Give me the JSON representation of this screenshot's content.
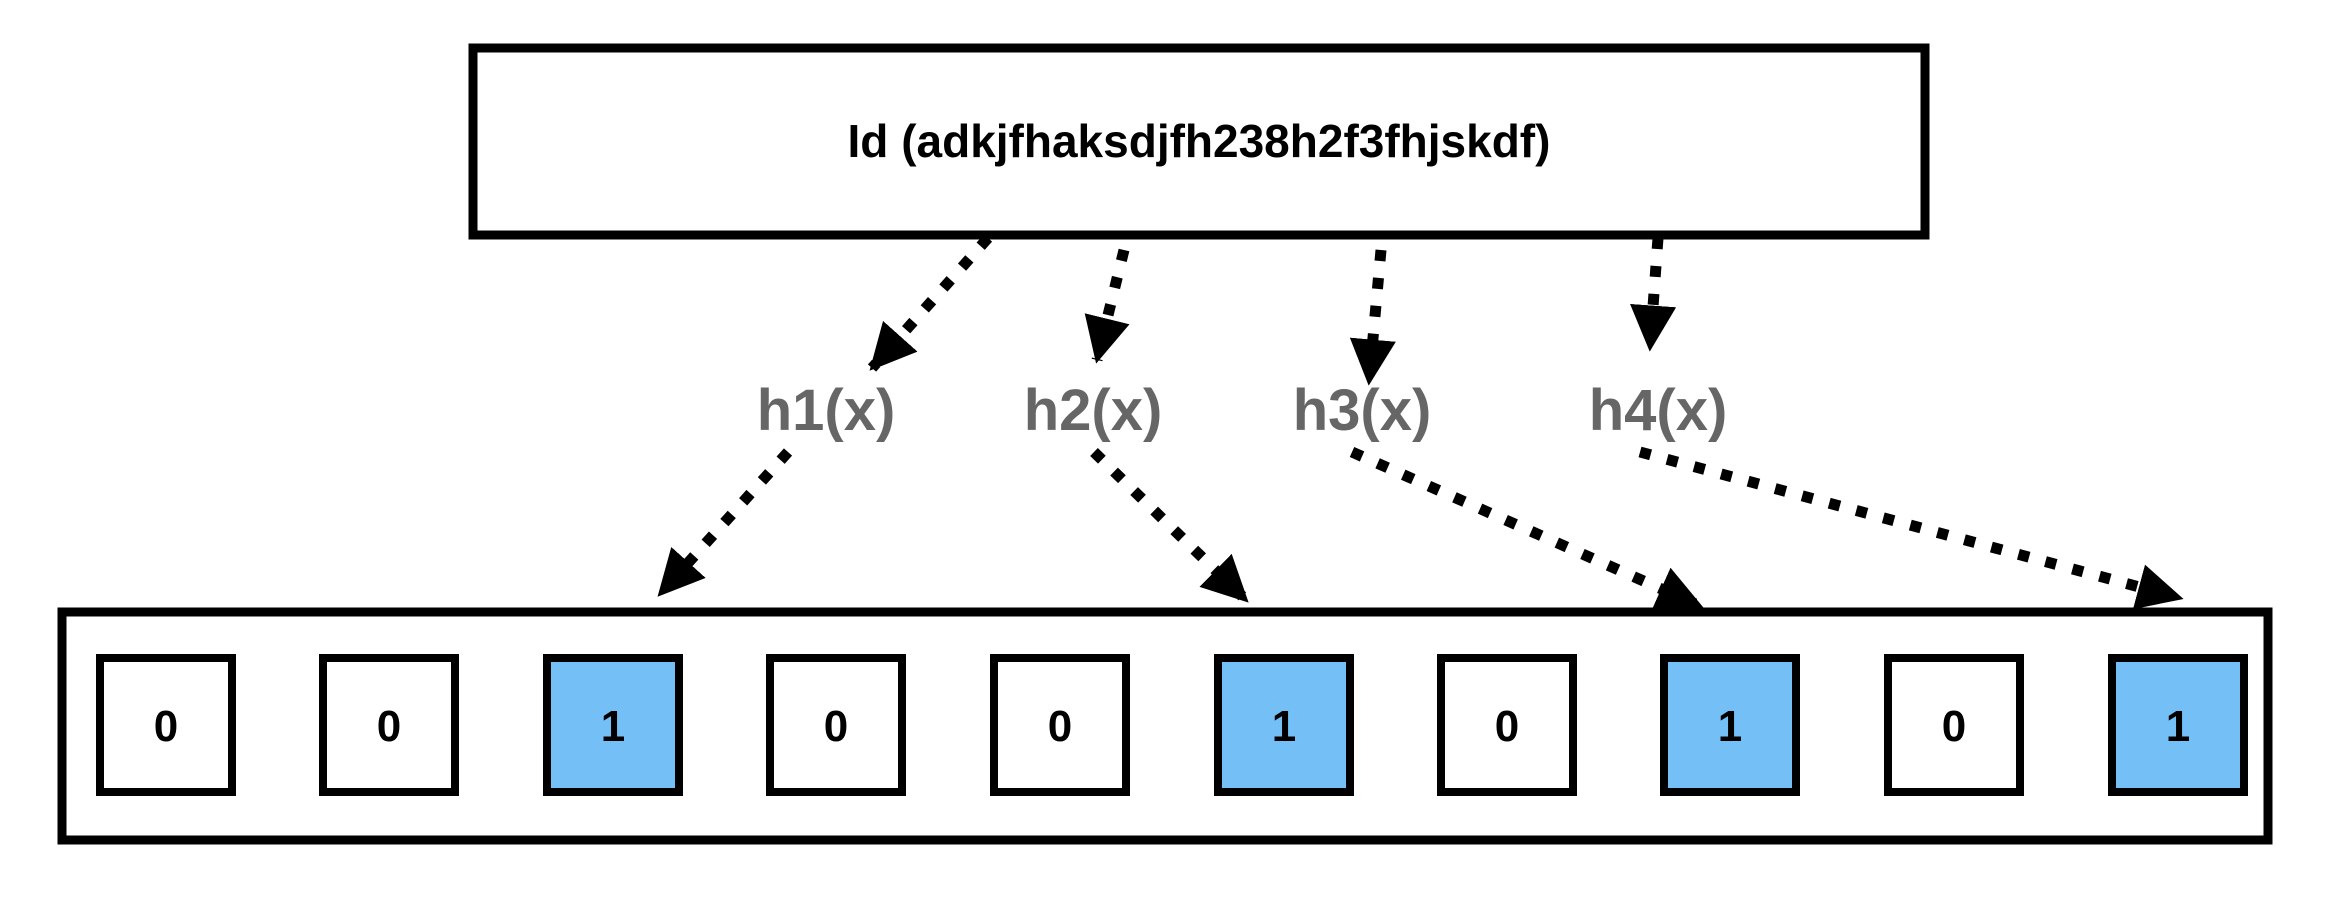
{
  "diagram": {
    "id_box": {
      "label": "Id (adkjfhaksdjfh238h2f3fhjskdf)"
    },
    "hash_functions": [
      {
        "label": "h1(x)"
      },
      {
        "label": "h2(x)"
      },
      {
        "label": "h3(x)"
      },
      {
        "label": "h4(x)"
      }
    ],
    "bit_array": {
      "cells": [
        {
          "value": "0",
          "color": "#ffffff"
        },
        {
          "value": "0",
          "color": "#ffffff"
        },
        {
          "value": "1",
          "color": "#74c0f6"
        },
        {
          "value": "0",
          "color": "#ffffff"
        },
        {
          "value": "0",
          "color": "#ffffff"
        },
        {
          "value": "1",
          "color": "#74c0f6"
        },
        {
          "value": "0",
          "color": "#ffffff"
        },
        {
          "value": "1",
          "color": "#74c0f6"
        },
        {
          "value": "0",
          "color": "#ffffff"
        },
        {
          "value": "1",
          "color": "#74c0f6"
        }
      ]
    },
    "colors": {
      "hash_label": "#666666",
      "set_bit_fill": "#74c0f6",
      "line": "#000000"
    }
  }
}
